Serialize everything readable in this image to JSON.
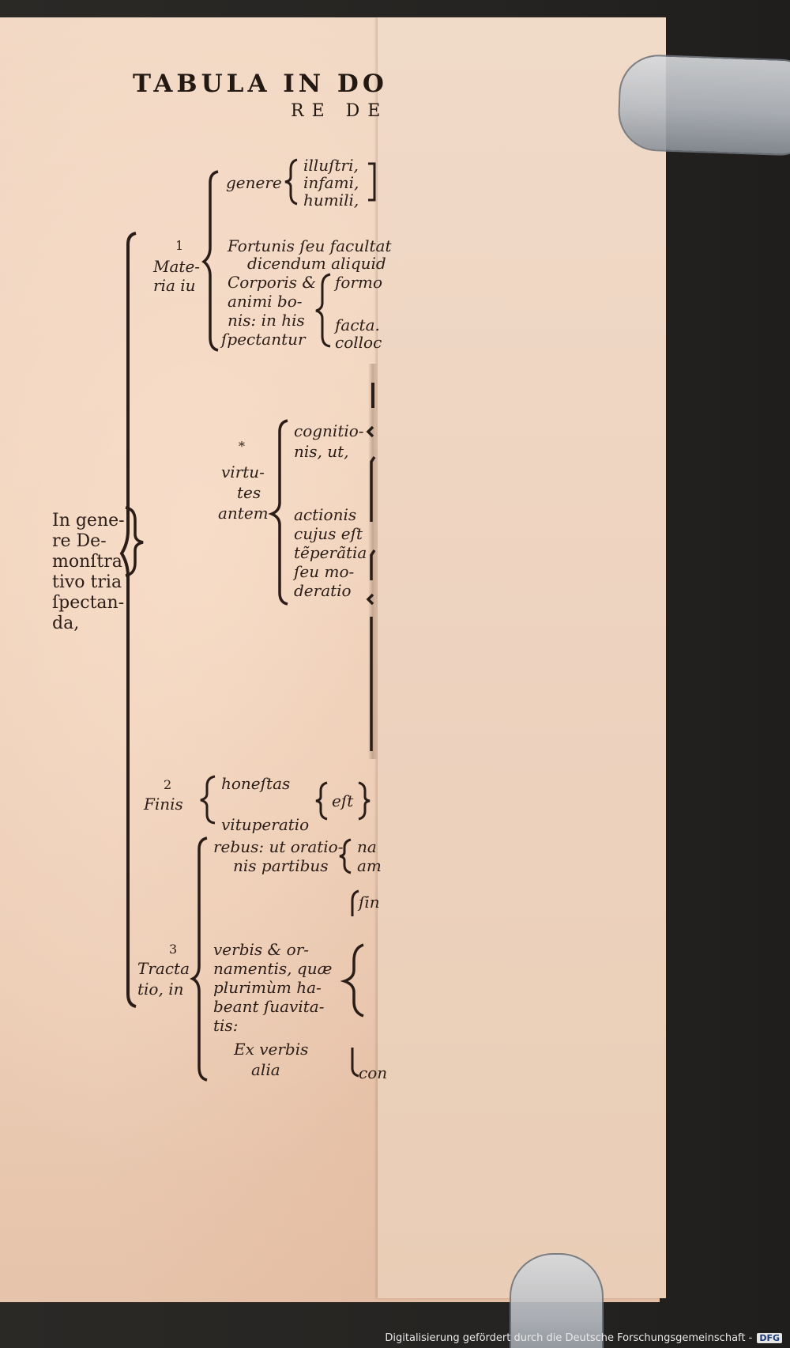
{
  "header": {
    "title": "TABULA IN DO",
    "subtitle": "RE DE"
  },
  "root": {
    "label_lines": [
      "In gene-",
      "re De-",
      "monſtra",
      "tivo tria",
      "ſpectan-",
      "da,"
    ]
  },
  "materia": {
    "number": "1",
    "label_lines": [
      "Mate-",
      "ria iu"
    ],
    "genere": {
      "label": "genere",
      "options": [
        "illuſtri,",
        "infami,",
        "humili,"
      ]
    },
    "fortunis_lines": [
      "Fortunis ſeu facultat",
      "dicendum aliquid"
    ],
    "corporis_lines": [
      "Corporis &",
      "animi bo-",
      "nis: in his",
      "ſpectantur"
    ],
    "corporis_options": [
      "formo",
      "facta.",
      "colloc"
    ]
  },
  "virtutes": {
    "mark": "*",
    "label_lines": [
      "virtu-",
      "tes",
      "antem"
    ],
    "cognitionis_lines": [
      "cognitio-",
      "nis, ut,"
    ],
    "actionis_lines": [
      "actionis",
      "cujus eſt",
      "tẽperãtia",
      "ſeu mo-",
      "deratio"
    ]
  },
  "finis": {
    "number": "2",
    "label": "Finis",
    "options": [
      "honeſtas",
      "vituperatio"
    ],
    "est": "eſt"
  },
  "tractatio": {
    "number": "3",
    "label_lines": [
      "Tracta",
      "tio, in"
    ],
    "rebus_lines": [
      "rebus: ut oratio-",
      "nis partibus"
    ],
    "rebus_options": [
      "na",
      "am"
    ],
    "verbis_lines": [
      "verbis & or-",
      "namentis, quæ",
      "plurimùm ha-",
      "beant ſuavita-",
      "tis:",
      "Ex verbis",
      "alia"
    ],
    "verbis_options": [
      "ſin",
      "con"
    ]
  },
  "footer": {
    "text": "Digitalisierung gefördert durch die Deutsche Forschungsgemeinschaft -",
    "logo": "DFG"
  }
}
